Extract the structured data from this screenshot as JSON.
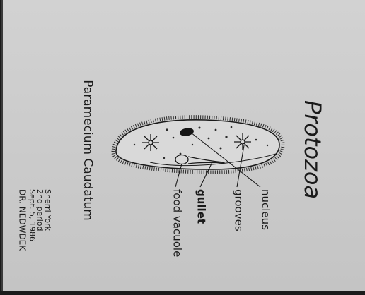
{
  "title": "Protozoa",
  "organism_name": "Paramecium Caudatum",
  "labels": {
    "nucleus": "nucleus",
    "grooves": "grooves",
    "gullet": "gullet",
    "food_vacuole": "food vacuole"
  },
  "author": {
    "name": "Sherri York",
    "period": "2nd period",
    "date": "Sept. 5, 1986",
    "teacher": "DR. NEDWDEK"
  },
  "colors": {
    "paper": "#cdcdcd",
    "ink": "#1a1a1a",
    "background": "#1b1b1b"
  }
}
